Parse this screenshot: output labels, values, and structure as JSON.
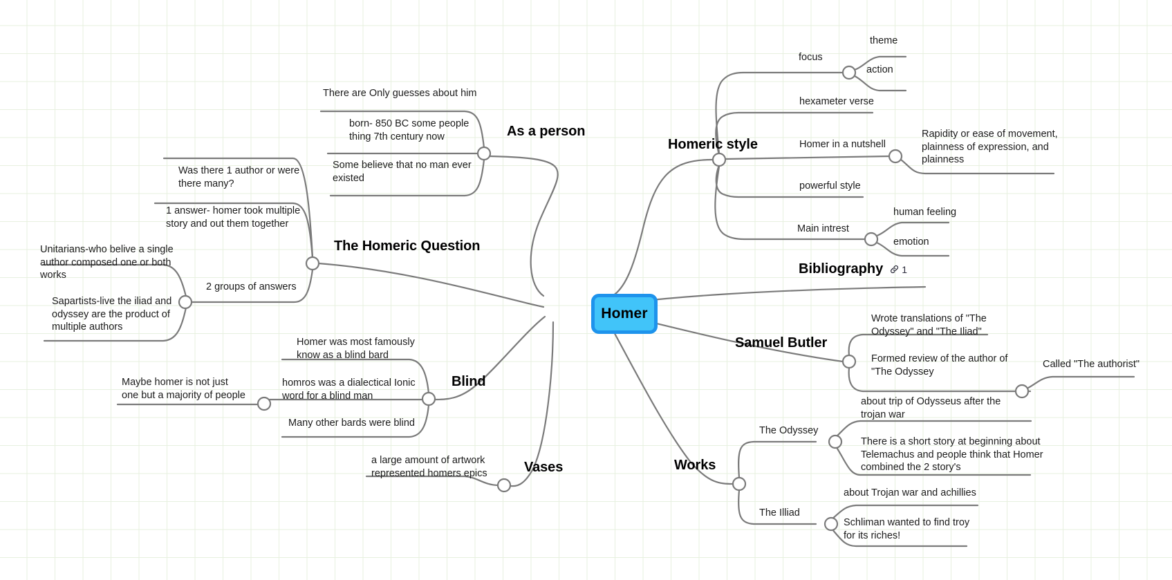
{
  "canvas": {
    "background": "#ffffff",
    "grid_color": "#e7f0df",
    "edge_color": "#7a7a7a"
  },
  "root": {
    "label": "Homer",
    "fill": "#41c4f9",
    "stroke": "#1e93ec"
  },
  "branches": {
    "as_a_person": {
      "label": "As a person",
      "children": [
        {
          "label": "There are Only guesses about him"
        },
        {
          "label": "born- 850 BC some people\nthing 7th century now"
        },
        {
          "label": "Some believe that no man ever\nexisted"
        }
      ]
    },
    "homeric_question": {
      "label": "The Homeric Question",
      "children": [
        {
          "label": "Was there 1 author or were\nthere many?"
        },
        {
          "label": "1 answer- homer took multiple\nstory and out them together"
        },
        {
          "label": "2 groups of answers",
          "children": [
            {
              "label": "Unitarians-who belive a single\nauthor composed one or both\nworks"
            },
            {
              "label": "Sapartists-live the iliad and\nodyssey are the product of\nmultiple authors"
            }
          ]
        }
      ]
    },
    "blind": {
      "label": "Blind",
      "children": [
        {
          "label": "Homer was most famously\nknow as a blind bard"
        },
        {
          "label": "homros was a dialectical Ionic\nword for a blind man",
          "children": [
            {
              "label": "Maybe homer is not just\none but a majority of people"
            }
          ]
        },
        {
          "label": "Many other bards were blind"
        }
      ]
    },
    "vases": {
      "label": "Vases",
      "children": [
        {
          "label": "a large amount of artwork\nrepresented homers epics"
        }
      ]
    },
    "homeric_style": {
      "label": "Homeric style",
      "children": [
        {
          "label": "focus",
          "children": [
            {
              "label": "theme"
            },
            {
              "label": "action"
            }
          ]
        },
        {
          "label": "hexameter verse"
        },
        {
          "label": "Homer in a nutshell",
          "children": [
            {
              "label": "Rapidity or ease of movement,\nplainness of expression, and\nplainness"
            }
          ]
        },
        {
          "label": "powerful style"
        },
        {
          "label": "Main intrest",
          "children": [
            {
              "label": "human feeling"
            },
            {
              "label": "emotion"
            }
          ]
        }
      ]
    },
    "bibliography": {
      "label": "Bibliography",
      "link_icon": "link-icon",
      "link_count": "1"
    },
    "samuel_butler": {
      "label": "Samuel Butler",
      "children": [
        {
          "label": "Wrote translations of \"The\nOdyssey\" and \"The Iliad\""
        },
        {
          "label": "Formed review of the author of\n\"The Odyssey",
          "children": [
            {
              "label": "Called \"The authorist\""
            }
          ]
        }
      ]
    },
    "works": {
      "label": "Works",
      "children": [
        {
          "label": "The Odyssey",
          "children": [
            {
              "label": "about trip of Odysseus after the\ntrojan war"
            },
            {
              "label": "There is a short story at beginning about\nTelemachus and people think that Homer\ncombined the 2 story's"
            }
          ]
        },
        {
          "label": "The Illiad",
          "children": [
            {
              "label": "about Trojan war and achillies"
            },
            {
              "label": "Schliman wanted to find troy\nfor its riches!"
            }
          ]
        }
      ]
    }
  }
}
